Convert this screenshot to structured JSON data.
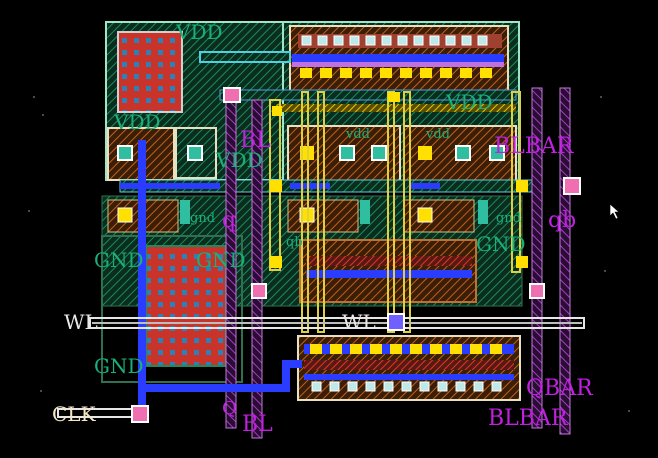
{
  "labels": {
    "vdd_top": "VDD",
    "vdd_left": "VDD",
    "vdd_mid": "VDD",
    "vdd_right": "VDD",
    "vdd_cell": "vdd",
    "vdd_cell2": "vdd",
    "gnd_left": "GND",
    "gnd_left2": "GND",
    "gnd_mid": "GND",
    "gnd_right": "GND",
    "gnd_cell": "gnd",
    "gnd_cell2": "gnd",
    "bl_top": "BL",
    "bl_bottom": "BL",
    "blbar_top": "BLBAR",
    "blbar_bottom": "BLBAR",
    "q_top": "q",
    "q_bottom": "Q",
    "qb_right": "qb",
    "qb_mid": "qb",
    "qbar": "QBAR",
    "wl_left": "WL",
    "wl_mid": "WL",
    "clk": "CLK"
  },
  "colors": {
    "background": "#000000",
    "metal1": "#2a6bff",
    "metal2": "#c27ad8",
    "poly": "#e23a2e",
    "diffusion": "#19b07a",
    "via": "#ffe000",
    "nwell": "#a8e0c6",
    "wordline": "#e6e6e6",
    "contact": "#f06fb0"
  }
}
